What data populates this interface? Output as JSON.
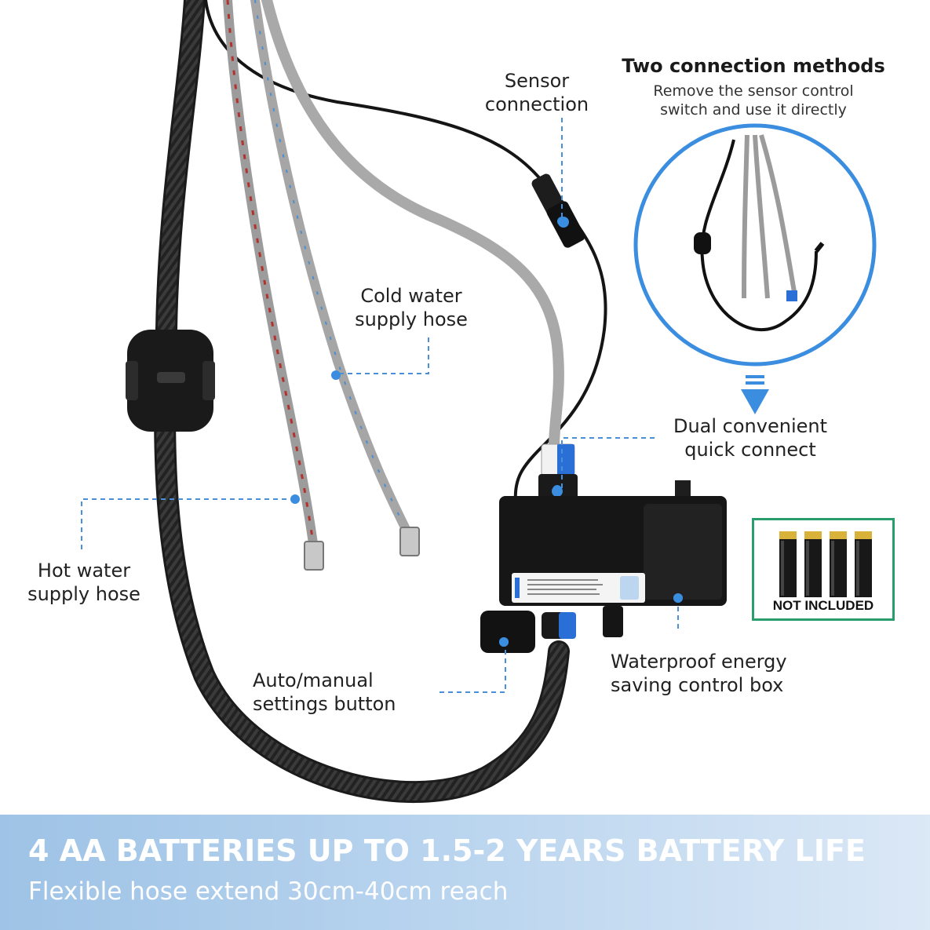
{
  "callouts": {
    "sensor": [
      "Sensor",
      "connection"
    ],
    "cold": [
      "Cold water",
      "supply hose"
    ],
    "hot": [
      "Hot water",
      "supply hose"
    ],
    "dual": [
      "Dual convenient",
      "quick connect"
    ],
    "button": [
      "Auto/manual",
      "settings button"
    ],
    "box": [
      "Waterproof energy",
      "saving control box"
    ]
  },
  "connection_methods": {
    "title": "Two connection methods",
    "subtitle": [
      "Remove the sensor control",
      "switch and use it directly"
    ]
  },
  "battery": {
    "note": "NOT INCLUDED",
    "count": 4
  },
  "banner": {
    "title": "4 AA BATTERIES UP TO 1.5-2 YEARS BATTERY LIFE",
    "subtitle": "Flexible hose extend 30cm-40cm reach"
  },
  "colors": {
    "accent_blue": "#3b8de0",
    "callout_dash": "#4a90d9",
    "battery_border": "#2a9d6e",
    "banner_start": "#9ec3e6",
    "banner_end": "#dbe8f6"
  }
}
